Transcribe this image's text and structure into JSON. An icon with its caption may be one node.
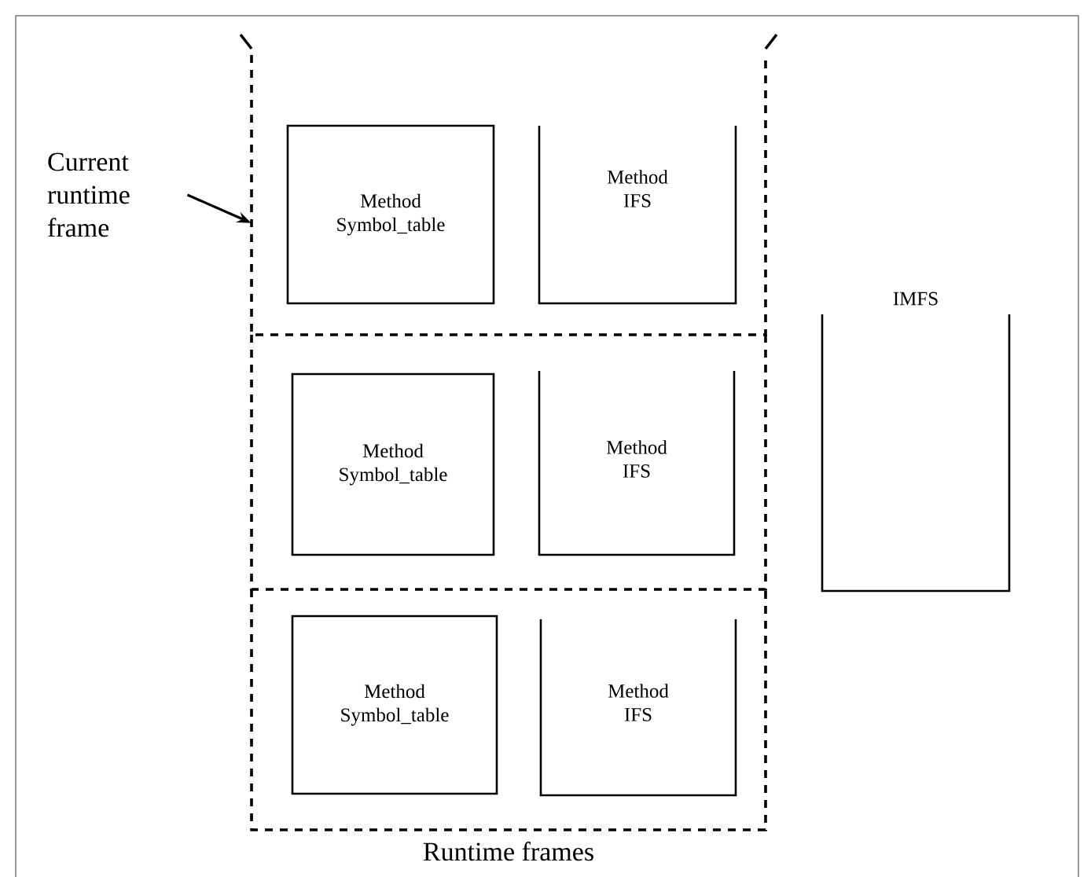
{
  "diagram": {
    "nodes": [
      {
        "text": [
          "Runtime frames"
        ]
      },
      {
        "text": [],
        "shape": "box",
        "in": 0
      },
      {
        "text": [
          "Method Symbol_table"
        ],
        "in": 1
      },
      {
        "text": [
          "Method IFS"
        ],
        "in": 1
      },
      {
        "text": [],
        "shape": "box",
        "in": 0
      },
      {
        "text": [
          "Method Symbol_table"
        ],
        "in": 4
      },
      {
        "text": [
          "Method IFS"
        ],
        "in": 4
      },
      {
        "text": [],
        "shape": "box",
        "in": 0
      },
      {
        "text": [
          "Method Symbol_table"
        ],
        "in": 7
      },
      {
        "text": [
          "Method IFS"
        ],
        "in": 7
      },
      {
        "text": [
          "IMFS"
        ]
      },
      {
        "text": [
          "Current runtime frame"
        ]
      }
    ],
    "edges": [
      {
        "from": 11,
        "to": 1,
        "arrow": "to"
      }
    ]
  }
}
